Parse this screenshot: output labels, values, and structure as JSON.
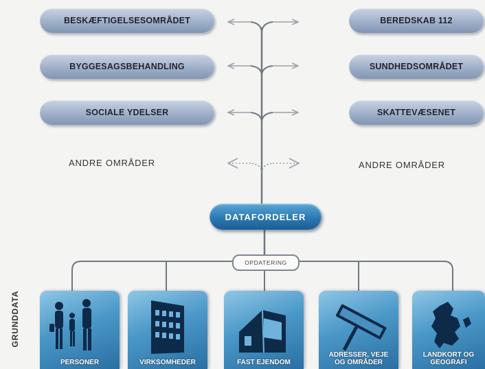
{
  "left_areas": [
    "BESKÆFTIGELSESOMRÅDET",
    "BYGGESAGSBEHANDLING",
    "SOCIALE YDELSER"
  ],
  "right_areas": [
    "BEREDSKAB 112",
    "SUNDHEDSOMRÅDET",
    "SKATTEVÆSENET"
  ],
  "other_left": "ANDRE OMRÅDER",
  "other_right": "ANDRE OMRÅDER",
  "hub": "DATAFORDELER",
  "update": "OPDATERING",
  "side_label": "GRUNDDATA",
  "grunddata": [
    {
      "label": "PERSONER",
      "icon": "people-icon"
    },
    {
      "label": "VIRKSOMHEDER",
      "icon": "building-icon"
    },
    {
      "label": "FAST EJENDOM",
      "icon": "house-icon"
    },
    {
      "label": "ADRESSER, VEJE\nOG OMRÅDER",
      "icon": "road-sign-icon"
    },
    {
      "label": "LANDKORT OG\nGEOGRAFI",
      "icon": "map-icon"
    }
  ],
  "colors": {
    "pill": "#9fb0c9",
    "hub": "#2a79b2",
    "tile": "#4a98c8",
    "line": "#6f7780"
  }
}
